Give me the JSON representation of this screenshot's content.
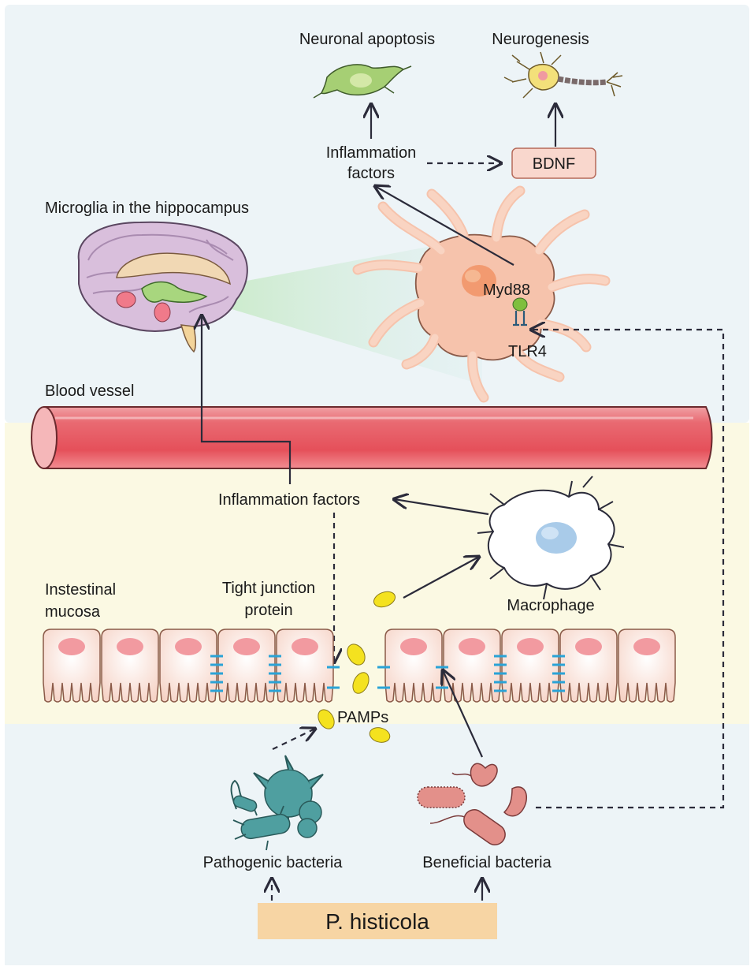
{
  "labels": {
    "neuronal_apoptosis": "Neuronal apoptosis",
    "neurogenesis": "Neurogenesis",
    "inflammation_factors_top_1": "Inflammation",
    "inflammation_factors_top_2": "factors",
    "bdnf": "BDNF",
    "microglia_title": "Microglia in the hippocampus",
    "myd88": "Myd88",
    "tlr4": "TLR4",
    "blood_vessel": "Blood vessel",
    "inflammation_factors_mid": "Inflammation factors",
    "intestinal_mucosa_1": "Instestinal",
    "intestinal_mucosa_2": "mucosa",
    "tight_junction_1": "Tight junction",
    "tight_junction_2": "protein",
    "macrophage": "Macrophage",
    "pamps": "PAMPs",
    "pathogenic_bacteria": "Pathogenic  bacteria",
    "beneficial_bacteria": "Beneficial bacteria",
    "p_histicola": "P. histicola"
  },
  "colors": {
    "brain_region_bg": "#edf4f7",
    "gut_region_bg": "#fbf9e3",
    "bottom_region_bg": "#edf4f7",
    "vessel": "#e8545e",
    "microglia": "#f6c3ac",
    "bdnf_box": "#f9d7cd",
    "p_histicola_box": "#f7d5a4",
    "pamp": "#f4e21f",
    "tight_junction": "#2aa3d6",
    "macrophage": "#a9cbe9",
    "pathogen": "#4f9fa0",
    "beneficial": "#e3908a"
  }
}
